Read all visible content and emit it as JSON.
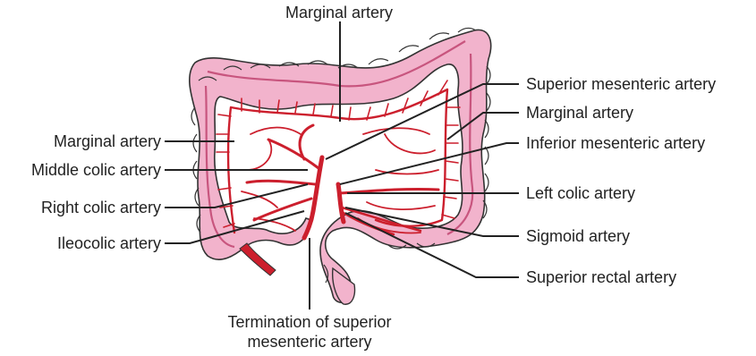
{
  "labels": {
    "top_marginal": "Marginal artery",
    "left_marginal": "Marginal artery",
    "middle_colic": "Middle colic artery",
    "right_colic": "Right colic artery",
    "ileocolic": "Ileocolic artery",
    "superior_mesenteric": "Superior mesenteric artery",
    "right_marginal": "Marginal artery",
    "inferior_mesenteric": "Inferior mesenteric artery",
    "left_colic": "Left colic artery",
    "sigmoid": "Sigmoid artery",
    "superior_rectal": "Superior rectal artery",
    "termination_line1": "Termination of superior",
    "termination_line2": "mesenteric artery"
  },
  "colors": {
    "colon_fill": "#f2b3cc",
    "colon_outline": "#333333",
    "colon_band": "#c8557e",
    "artery": "#cc1f2d",
    "leader": "#222222"
  }
}
